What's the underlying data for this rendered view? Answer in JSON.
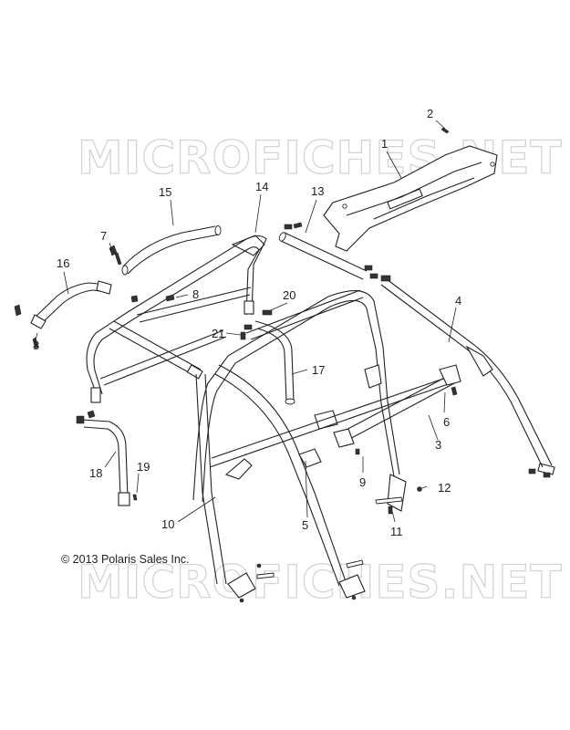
{
  "watermark": {
    "top": "MICROFICHES.NET",
    "bottom": "MICROFICHES.NET"
  },
  "copyright": "© 2013 Polaris Sales Inc.",
  "callouts": [
    {
      "id": "c1",
      "label": "1"
    },
    {
      "id": "c2",
      "label": "2"
    },
    {
      "id": "c3",
      "label": "3"
    },
    {
      "id": "c4",
      "label": "4"
    },
    {
      "id": "c5",
      "label": "5"
    },
    {
      "id": "c6",
      "label": "6"
    },
    {
      "id": "c7",
      "label": "7"
    },
    {
      "id": "c8a",
      "label": "8"
    },
    {
      "id": "c8b",
      "label": "8"
    },
    {
      "id": "c9",
      "label": "9"
    },
    {
      "id": "c10",
      "label": "10"
    },
    {
      "id": "c11",
      "label": "11"
    },
    {
      "id": "c12",
      "label": "12"
    },
    {
      "id": "c13",
      "label": "13"
    },
    {
      "id": "c14",
      "label": "14"
    },
    {
      "id": "c15",
      "label": "15"
    },
    {
      "id": "c16",
      "label": "16"
    },
    {
      "id": "c17",
      "label": "17"
    },
    {
      "id": "c18",
      "label": "18"
    },
    {
      "id": "c19",
      "label": "19"
    },
    {
      "id": "c20",
      "label": "20"
    },
    {
      "id": "c21",
      "label": "21"
    }
  ]
}
